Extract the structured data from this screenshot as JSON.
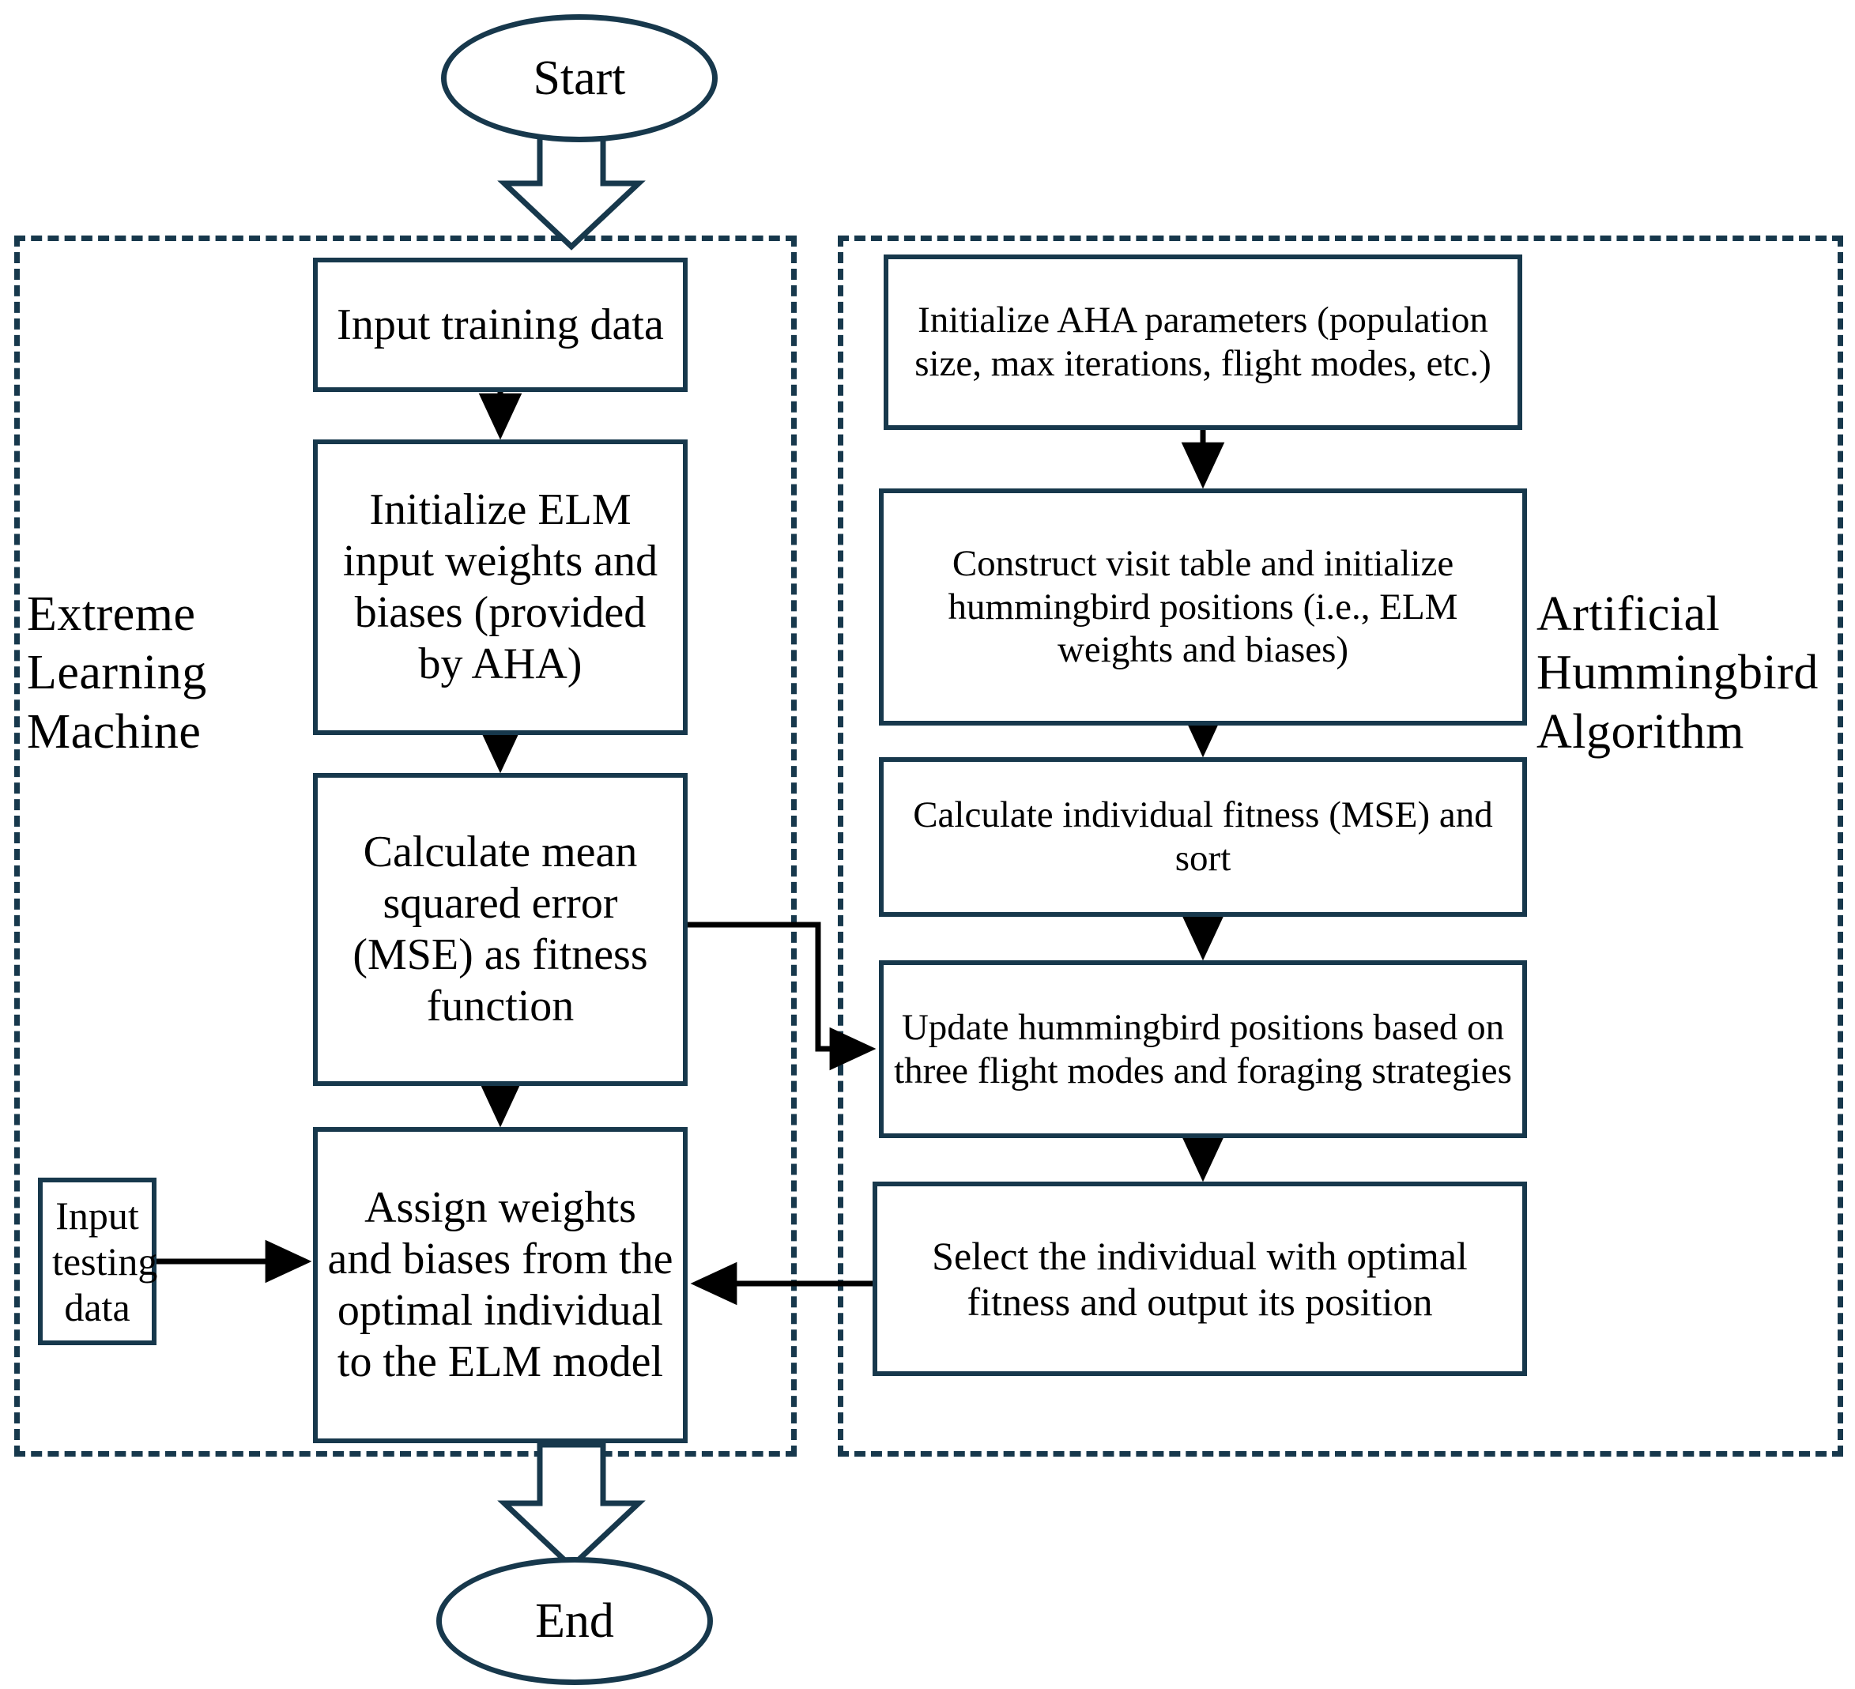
{
  "diagram": {
    "title": "AHA-ELM hybrid algorithm flowchart",
    "accent_color": "#17384c",
    "text_color": "#000000",
    "background_color": "#ffffff"
  },
  "terminators": {
    "start": "Start",
    "end": "End"
  },
  "panels": [
    {
      "id": "elm",
      "label": "Extreme\nLearning\nMachine",
      "border_style": "dashed"
    },
    {
      "id": "aha",
      "label": "Artificial\nHummingbird\nAlgorithm",
      "border_style": "dashed"
    }
  ],
  "elm_nodes": {
    "input_training": "Input training data",
    "init_elm": "Initialize ELM input weights and biases (provided by AHA)",
    "calc_mse": "Calculate mean squared error (MSE) as fitness function",
    "assign_weights": "Assign weights and biases from the optimal individual to the ELM model",
    "input_testing": "Input testing data"
  },
  "aha_nodes": {
    "init_aha": "Initialize AHA parameters (population size, max iterations, flight modes, etc.)",
    "construct_visit": "Construct visit table and initialize hummingbird positions (i.e., ELM weights and biases)",
    "calc_fitness": "Calculate individual fitness (MSE) and sort",
    "update_positions": "Update hummingbird positions based on three flight modes and foraging strategies",
    "select_best": "Select the individual with optimal fitness and output its position"
  },
  "connectors": [
    {
      "name": "start-to-input-training",
      "type": "block-arrow",
      "direction": "down"
    },
    {
      "name": "input-training-to-init-elm",
      "type": "arrow",
      "direction": "down"
    },
    {
      "name": "init-elm-to-calc-mse",
      "type": "arrow",
      "direction": "down"
    },
    {
      "name": "calc-mse-to-assign-weights",
      "type": "arrow",
      "direction": "down"
    },
    {
      "name": "calc-mse-to-update-positions",
      "type": "elbow-arrow",
      "direction": "right"
    },
    {
      "name": "input-testing-to-assign-weights",
      "type": "arrow",
      "direction": "right"
    },
    {
      "name": "init-aha-to-construct-visit",
      "type": "arrow",
      "direction": "down"
    },
    {
      "name": "construct-visit-to-calc-fitness",
      "type": "arrow",
      "direction": "down"
    },
    {
      "name": "calc-fitness-to-update-positions",
      "type": "arrow",
      "direction": "down"
    },
    {
      "name": "update-positions-to-select-best",
      "type": "arrow",
      "direction": "down"
    },
    {
      "name": "select-best-to-assign-weights",
      "type": "arrow",
      "direction": "left"
    },
    {
      "name": "assign-weights-to-end",
      "type": "block-arrow",
      "direction": "down"
    }
  ]
}
